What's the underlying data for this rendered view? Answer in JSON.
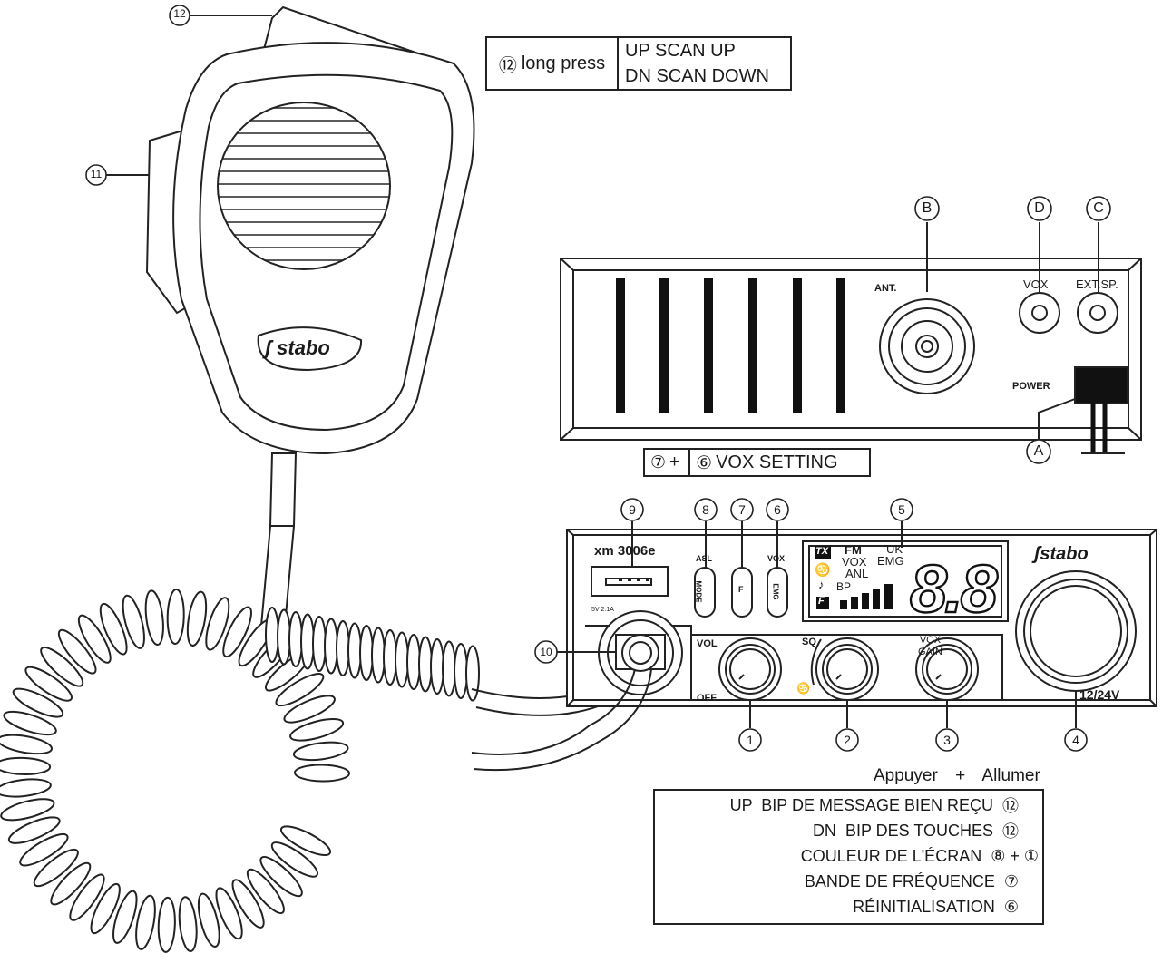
{
  "scan_box": {
    "callout": "⑫",
    "label": "long press",
    "rows": [
      "UP SCAN UP",
      "DN SCAN DOWN"
    ]
  },
  "vox_box": {
    "parts": [
      "⑦",
      "+",
      "⑥"
    ],
    "label": "VOX SETTING"
  },
  "rear_panel": {
    "ant_label": "ANT.",
    "vox_label": "VOX",
    "ext_label": "EXT.SP.",
    "power_label": "POWER"
  },
  "front_panel": {
    "model": "xm 3006e",
    "usb_label": "5V 2.1A",
    "asl_label": "ASL",
    "vox_label": "VOX",
    "mode_button": "MODE",
    "f_button": "F",
    "emg_button": "EMG",
    "vol_label": "VOL",
    "off_label": "OFF",
    "sq_label": "SQ",
    "vox_gain_label": "VOX\nGAIN",
    "voltage": "12/24V",
    "display": {
      "tx": "TX",
      "fm": "FM",
      "uk": "UK",
      "vox": "VOX",
      "emg": "EMG",
      "anl": "ANL",
      "bp": "BP",
      "f": "F",
      "digits": "8.8"
    }
  },
  "brand": "stabo",
  "callouts": {
    "A": "A",
    "B": "B",
    "C": "C",
    "D": "D",
    "n1": "1",
    "n2": "2",
    "n3": "3",
    "n4": "4",
    "n5": "5",
    "n6": "6",
    "n7": "7",
    "n8": "8",
    "n9": "9",
    "n10": "10",
    "n11": "11",
    "n12": "12"
  },
  "settings": {
    "header_left": "Appuyer",
    "header_plus": "+",
    "header_right": "Allumer",
    "rows": [
      {
        "text": "UP  BIP DE MESSAGE BIEN REÇU",
        "keys": "⑫"
      },
      {
        "text": "DN  BIP DES TOUCHES",
        "keys": "⑫"
      },
      {
        "text": "COULEUR DE L'ÉCRAN",
        "keys": "⑧ + ①"
      },
      {
        "text": "BANDE DE FRÉQUENCE",
        "keys": "⑦"
      },
      {
        "text": "RÉINITIALISATION",
        "keys": "⑥"
      }
    ]
  }
}
